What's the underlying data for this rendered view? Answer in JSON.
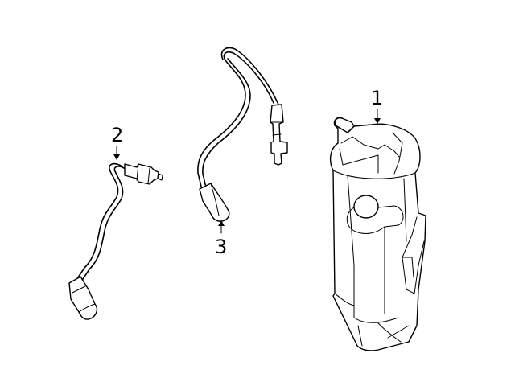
{
  "diagram": {
    "type": "exploded parts illustration",
    "callouts": [
      {
        "id": "1",
        "label": "1",
        "part": "large canister / sensor housing assembly"
      },
      {
        "id": "2",
        "label": "2",
        "part": "oxygen sensor (left, short lead)"
      },
      {
        "id": "3",
        "label": "3",
        "part": "oxygen sensor (center, long lead)"
      }
    ],
    "colors": {
      "line": "#000000",
      "background": "#ffffff"
    }
  }
}
